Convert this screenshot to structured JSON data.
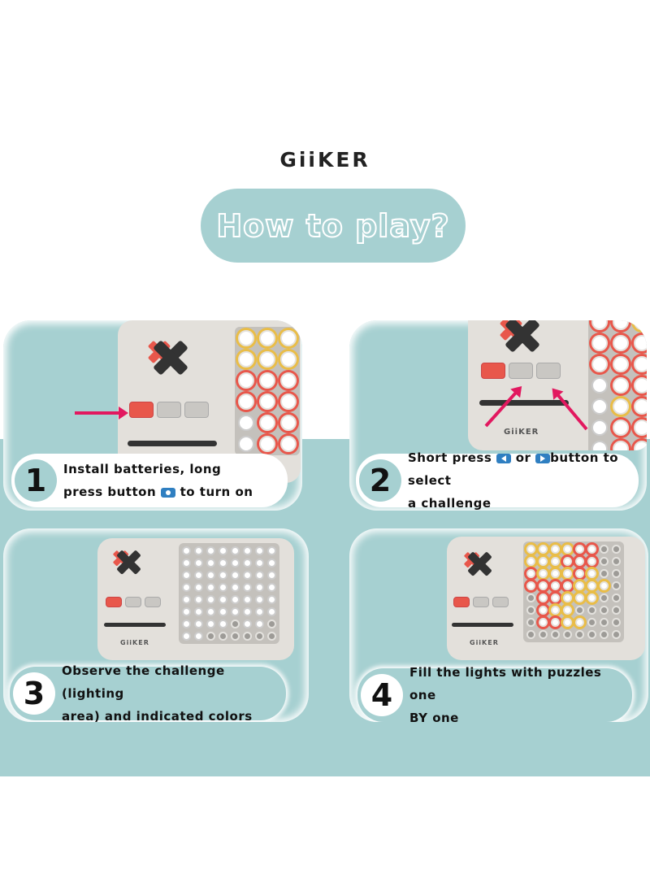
{
  "brand": "GiiKER",
  "title": "How to play?",
  "steps": [
    {
      "number": "1",
      "line1": "Install batteries, long",
      "line2a": "press button",
      "line2b": "to turn on",
      "icon": "power-button-icon"
    },
    {
      "number": "2",
      "line1a": "Short press",
      "line1b": "or",
      "line1c": "button to select",
      "line2": "a challenge",
      "icons": [
        "left-button-icon",
        "right-button-icon"
      ]
    },
    {
      "number": "3",
      "line1": "Observe the challenge (lighting",
      "line2": "area) and indicated colors"
    },
    {
      "number": "4",
      "line1": "Fill the lights with puzzles one",
      "line2": "BY one"
    }
  ],
  "colors": {
    "teal": "#a6d0d1",
    "red": "#e8574b",
    "yellow": "#e9bd48",
    "arrow": "#e2185f",
    "icon_blue": "#2f7fc1"
  }
}
